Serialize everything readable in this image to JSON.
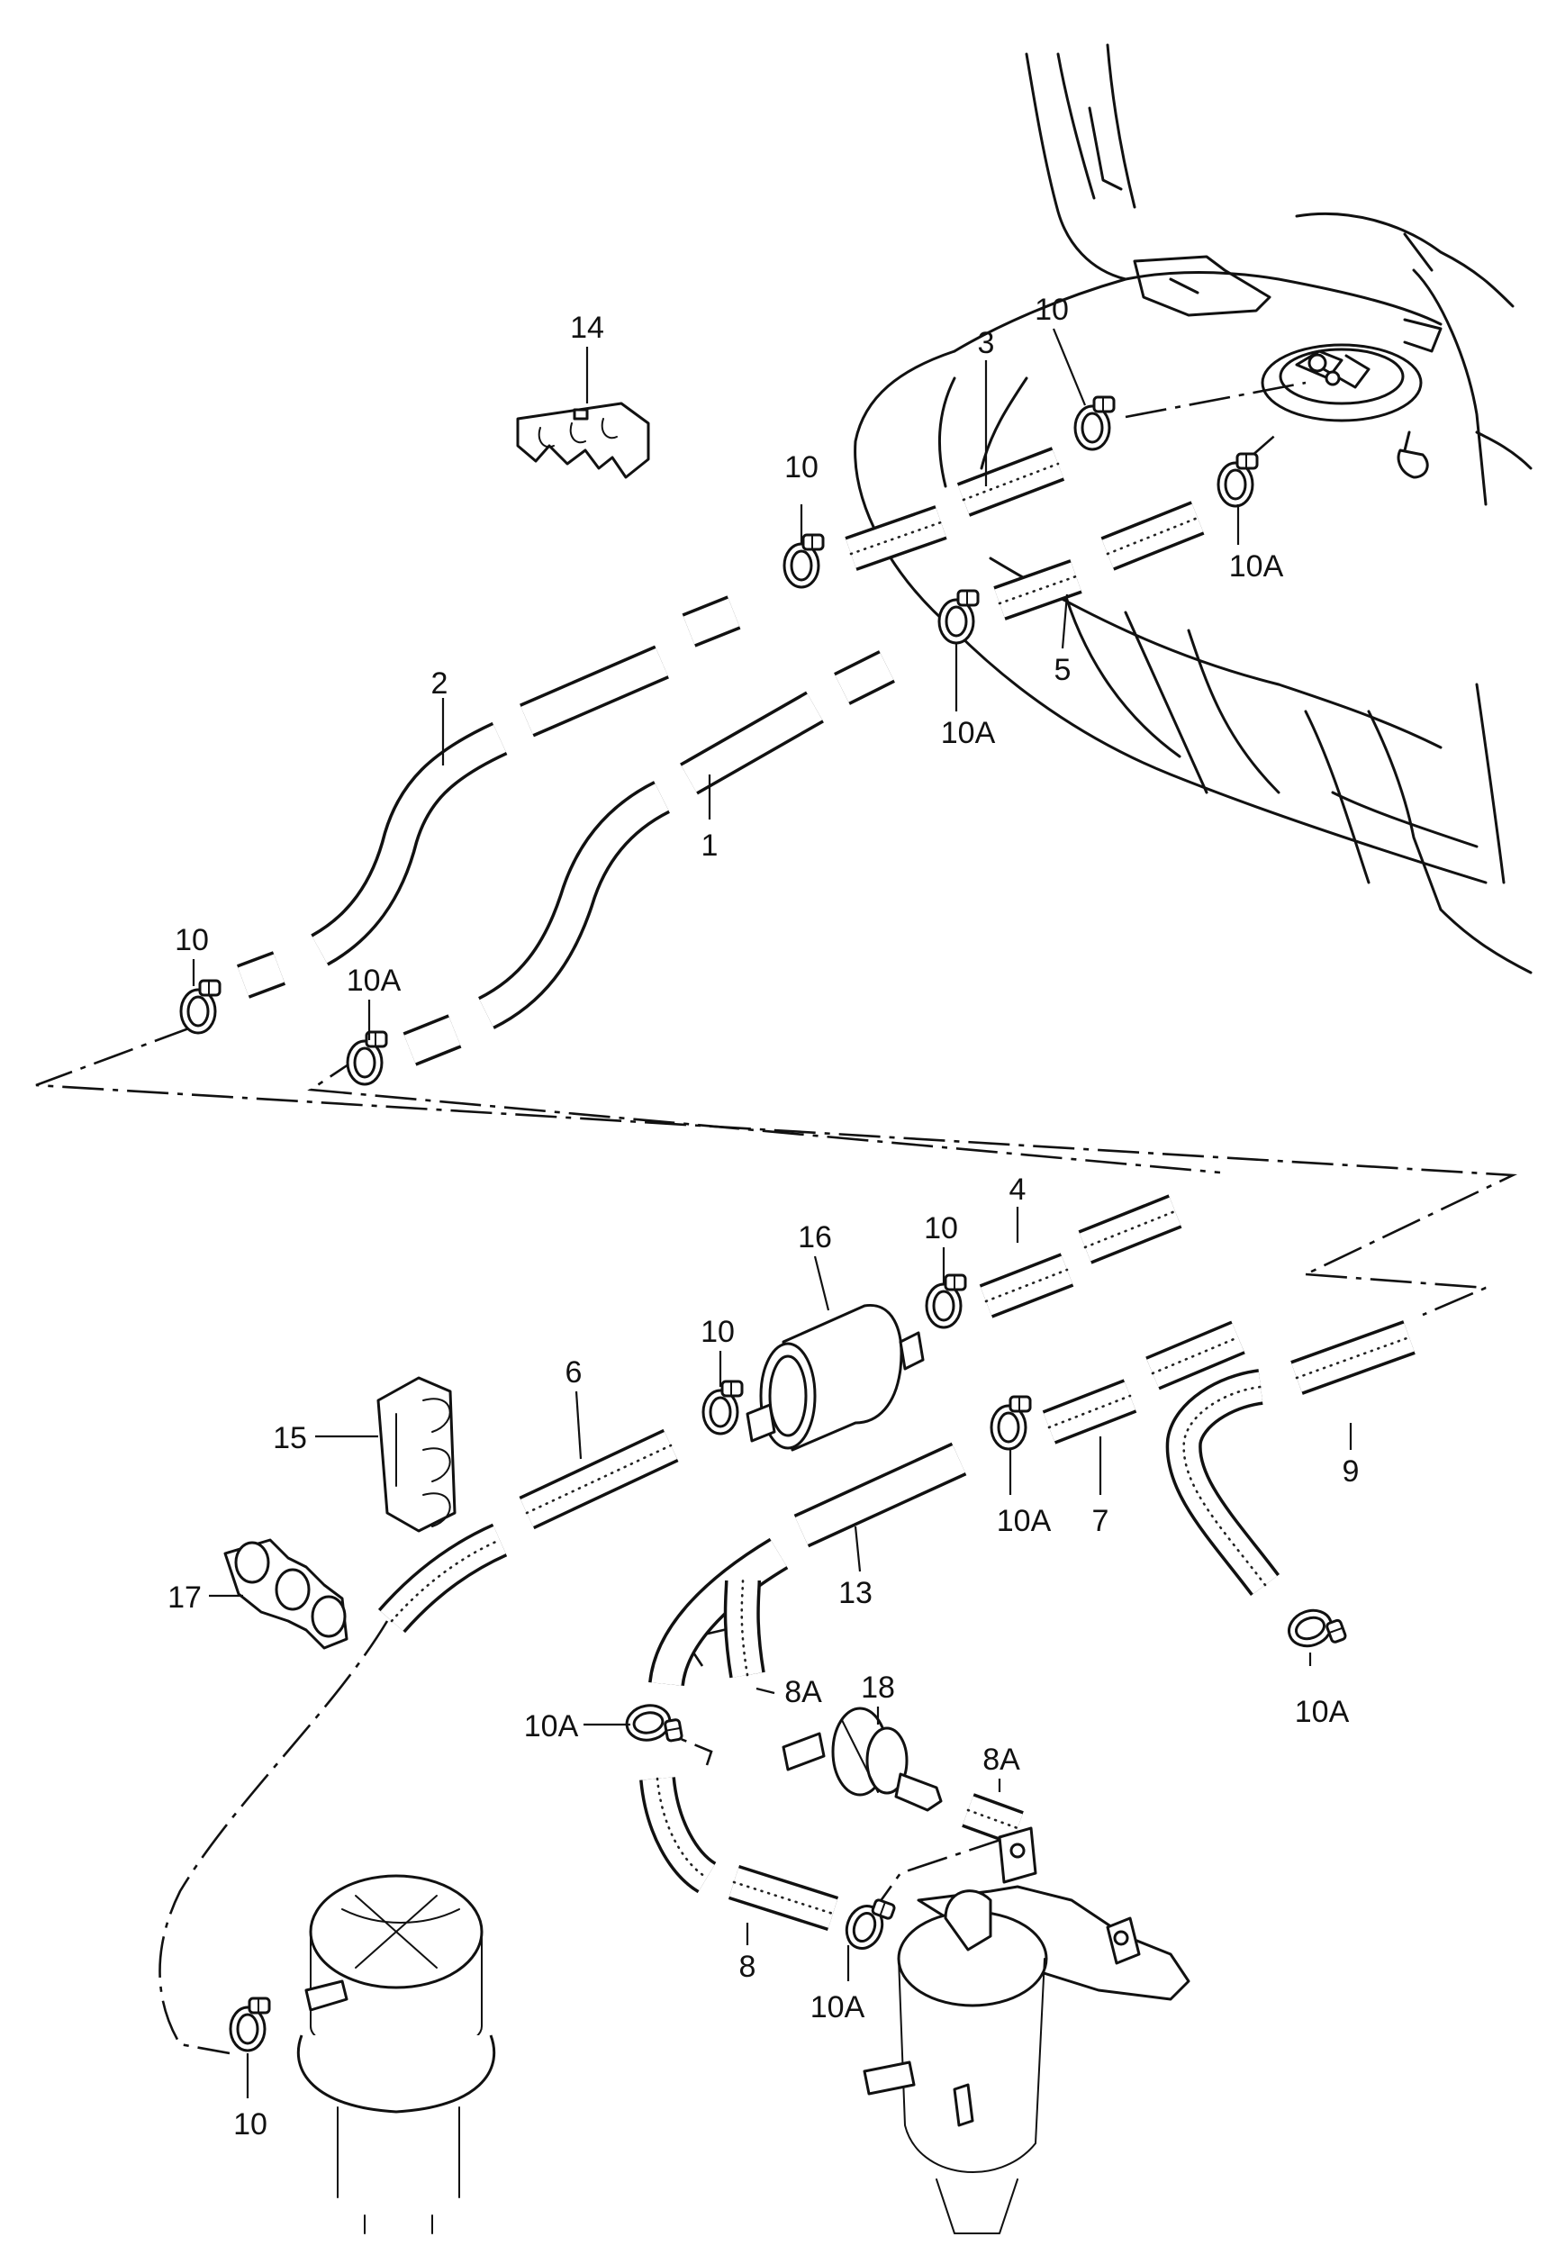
{
  "callouts": {
    "c1": "1",
    "c2": "2",
    "c3": "3",
    "c4": "4",
    "c5": "5",
    "c6": "6",
    "c7": "7",
    "c8": "8",
    "c8a_upper": "8A",
    "c8a_lower": "8A",
    "c9": "9",
    "c10_tank": "10",
    "c10_upper_mid": "10",
    "c10_left": "10",
    "c10_filter_left": "10",
    "c10_filter_right": "10",
    "c10_bottom": "10",
    "c10a_tank_right": "10A",
    "c10a_tank_mid": "10A",
    "c10a_left": "10A",
    "c10a_seven": "10A",
    "c10a_nine": "10A",
    "c10a_junction": "10A",
    "c10a_lower": "10A",
    "c13": "13",
    "c14": "14",
    "c15": "15",
    "c16": "16",
    "c17": "17",
    "c18": "18"
  },
  "icons": {
    "hose_clamp": "hose-clamp-icon",
    "fuel_filter": "fuel-filter-icon",
    "fuel_tank": "fuel-tank-icon",
    "pressure_regulator": "pressure-regulator-icon",
    "fuel_accumulator": "fuel-accumulator-icon",
    "line_holder": "line-holder-icon",
    "valve": "valve-icon"
  }
}
